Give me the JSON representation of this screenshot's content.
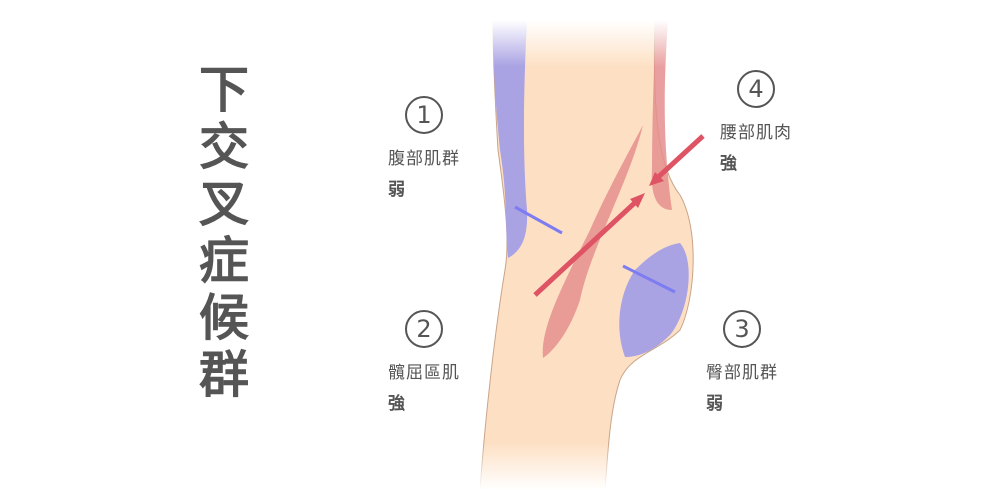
{
  "title": [
    "下",
    "交",
    "叉",
    "症",
    "候",
    "群"
  ],
  "labels": [
    {
      "num": "1",
      "name": "腹部肌群",
      "strength": "弱"
    },
    {
      "num": "2",
      "name": "髖屈區肌",
      "strength": "強"
    },
    {
      "num": "3",
      "name": "臀部肌群",
      "strength": "弱"
    },
    {
      "num": "4",
      "name": "腰部肌肉",
      "strength": "強"
    }
  ],
  "colors": {
    "skin": "#fde0c4",
    "weak": "#a9a2e3",
    "strong": "#e58e8e",
    "arrow": "#de5464",
    "line": "#7d7cf0"
  }
}
